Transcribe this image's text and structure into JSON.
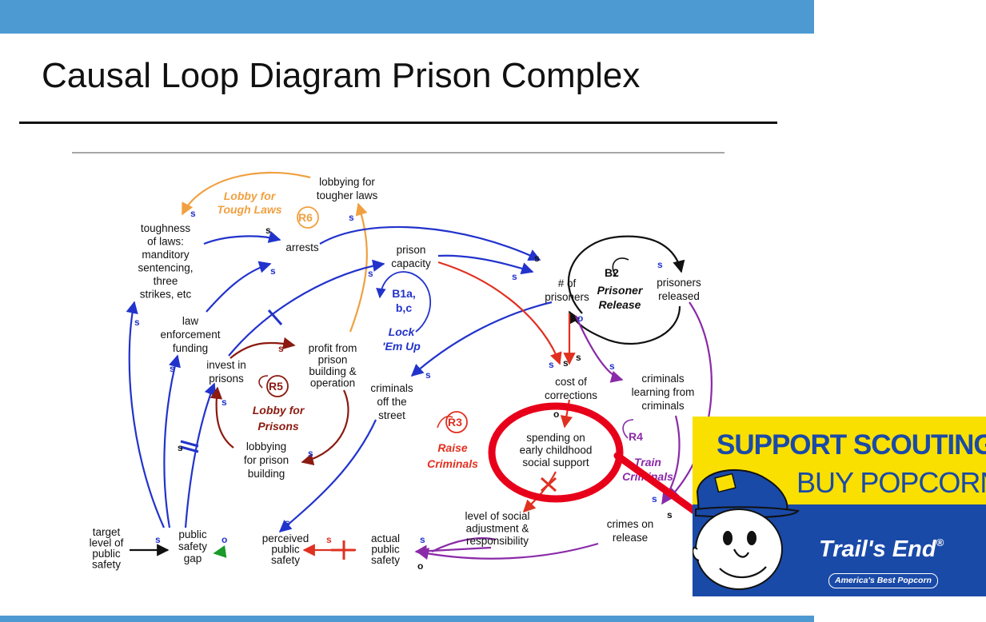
{
  "title": "Causal Loop Diagram Prison Complex",
  "colors": {
    "header_bar": "#4d9ad3",
    "blue_link": "#2233cc",
    "orange_loop": "#f0a040",
    "red_loop": "#e03020",
    "purple_loop": "#8a2aa8",
    "maroon_loop": "#8b1a10",
    "highlight": "#e8001a",
    "ad_yellow": "#f9e000",
    "ad_blue": "#1a4aa8"
  },
  "diagram": {
    "nodes": {
      "lobbying_tougher": "lobbying for|tougher laws",
      "toughness": "toughness|of laws:|manditory|sentencing,|three|strikes, etc",
      "arrests": "arrests",
      "prison_capacity": "prison|capacity",
      "num_prisoners": "# of|prisoners",
      "prisoners_released": "prisoners|released",
      "law_enforcement": "law|enforcement|funding",
      "invest_prisons": "invest in|prisons",
      "profit": "profit from|prison|building &|operation",
      "criminals_off": "criminals|off the|street",
      "cost_corrections": "cost of|corrections",
      "criminals_learning": "criminals|learning from|criminals",
      "lobbying_prison": "lobbying|for prison|building",
      "spending": "spending on|early childhood|social support",
      "level_social": "level of social|adjustment &|responsibility",
      "crimes_release": "crimes on|release",
      "target": "target|level of|public|safety",
      "public_gap": "public|safety|gap",
      "perceived": "perceived|public|safety",
      "actual": "actual|public|safety"
    },
    "loops": {
      "r6_id": "R6",
      "r6_name": "Lobby for|Tough Laws",
      "b2_id": "B2",
      "b2_name": "Prisoner|Release",
      "b1_id": "B1a,|b,c",
      "b1_name": "Lock|'Em Up",
      "r5_id": "R5",
      "r5_name": "Lobby for|Prisons",
      "r3_id": "R3",
      "r3_name": "Raise|Criminals",
      "r4_id": "R4",
      "r4_name": "Train|Criminals"
    },
    "polarity": {
      "same": "s",
      "opposite": "o"
    }
  },
  "ad": {
    "line1": "SUPPORT SCOUTING",
    "line2": "BUY POPCORN!",
    "brand": "Trail's End",
    "registered": "®",
    "tagline": "America's Best Popcorn"
  }
}
